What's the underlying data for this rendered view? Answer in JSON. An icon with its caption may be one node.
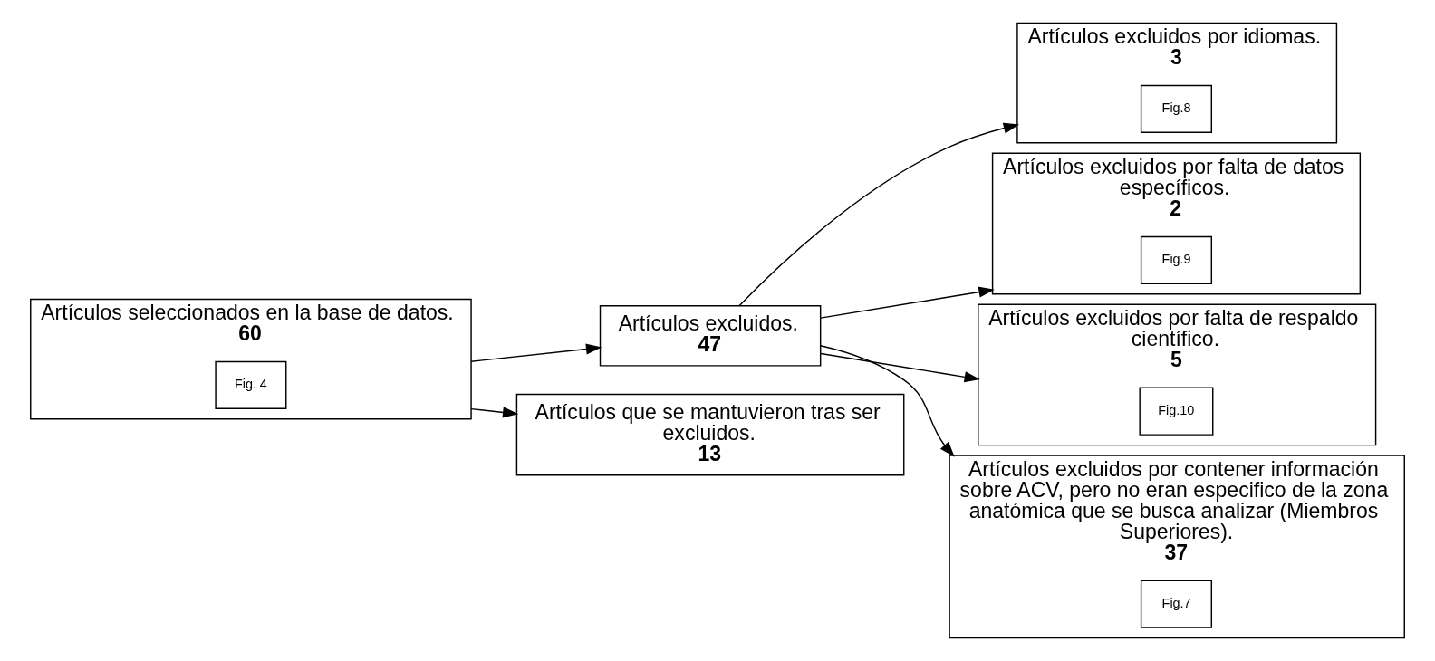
{
  "diagram": {
    "nodes": [
      {
        "text": [
          "Artículos seleccionados en la base de datos.",
          "60"
        ]
      },
      {
        "text": [
          "Fig. 4"
        ],
        "in": 0
      },
      {
        "text": [
          "Artículos excluidos.",
          "47"
        ]
      },
      {
        "text": [
          "Artículos que se mantuvieron tras ser excluidos.",
          "13"
        ]
      },
      {
        "text": [
          "Artículos excluidos por idiomas.",
          "3"
        ]
      },
      {
        "text": [
          "Fig.8"
        ],
        "in": 4
      },
      {
        "text": [
          "Artículos excluidos por falta de datos específicos.",
          "2"
        ]
      },
      {
        "text": [
          "Fig.9"
        ],
        "in": 6
      },
      {
        "text": [
          "Artículos excluidos por falta de respaldo científico.",
          "5"
        ]
      },
      {
        "text": [
          "Fig.10"
        ],
        "in": 8
      },
      {
        "text": [
          "Artículos excluidos por contener información sobre ACV, pero no eran especifico de la zona anatómica que se busca analizar (Miembros Superiores).",
          "37"
        ]
      },
      {
        "text": [
          "Fig.7"
        ],
        "in": 10
      }
    ],
    "edges": [
      {
        "from": 0,
        "to": 2,
        "arrow": "to"
      },
      {
        "from": 0,
        "to": 3,
        "arrow": "to"
      },
      {
        "from": 2,
        "to": 4,
        "arrow": "to"
      },
      {
        "from": 2,
        "to": 6,
        "arrow": "to"
      },
      {
        "from": 2,
        "to": 8,
        "arrow": "to"
      },
      {
        "from": 2,
        "to": 10,
        "arrow": "to"
      }
    ]
  }
}
